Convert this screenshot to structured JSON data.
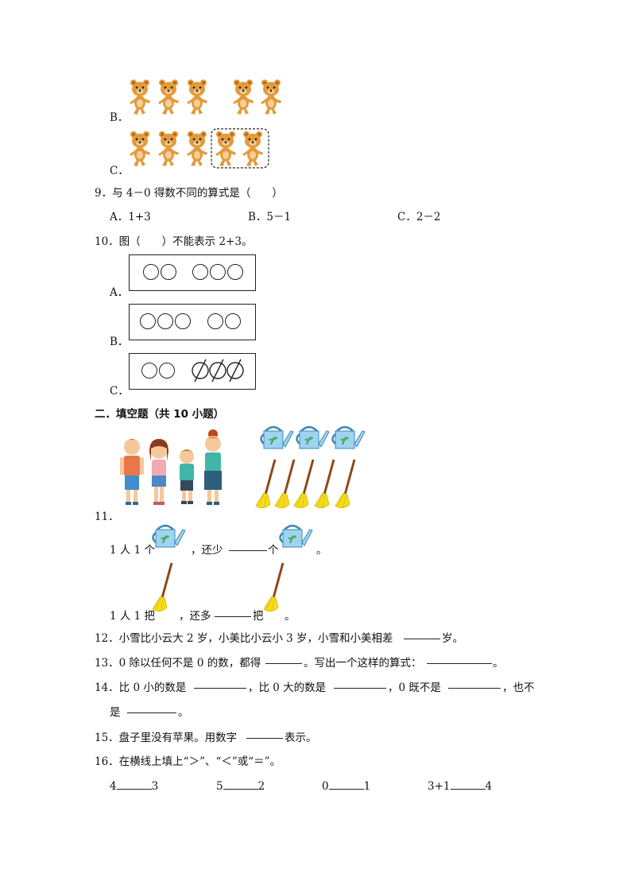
{
  "q8": {
    "option_b_label": "B．",
    "option_c_label": "C．",
    "option_b_bears": 5,
    "option_c_bears": 5
  },
  "q9": {
    "stem": "9．与 4－0 得数不同的算式是（　　）",
    "options": [
      "A．1+3",
      "B．5－1",
      "C．2－2"
    ]
  },
  "q10": {
    "stem": "10．图（　　）不能表示 2+3。",
    "option_labels": [
      "A．",
      "B．",
      "C．"
    ]
  },
  "section2": {
    "title": "二．填空题（共 10 小题）"
  },
  "q11": {
    "number": "11．",
    "line1_a": "1 人 1 个",
    "line1_b": "，还少",
    "line1_c": "个",
    "line1_d": "。",
    "line2_a": "1 人 1 把",
    "line2_b": "，还多",
    "line2_c": "把",
    "line2_d": "。"
  },
  "q12": {
    "a": "12．小雪比小云大 2 岁，小美比小云小 3 岁，小雪和小美相差",
    "b": "岁。"
  },
  "q13": {
    "a": "13．0 除以任何不是 0 的数，都得",
    "b": "。写出一个这样的算式：",
    "c": "。"
  },
  "q14": {
    "a": "14．比 0 小的数是",
    "b": "，比 0 大的数是",
    "c": "，0 既不是",
    "d": "，也不",
    "e": "是",
    "f": "。"
  },
  "q15": {
    "a": "15．盘子里没有苹果。用数字",
    "b": "表示。"
  },
  "q16": {
    "stem": "16．在横线上填上“＞”、“＜”或“＝”。",
    "items": [
      {
        "l": "4",
        "r": "3"
      },
      {
        "l": "5",
        "r": "2"
      },
      {
        "l": "0",
        "r": "1"
      },
      {
        "l": "3+1",
        "r": "4"
      }
    ]
  },
  "colors": {
    "bear": "#e39a3b",
    "bear_dark": "#b8691f",
    "can": "#9fd3ef",
    "broom": "#f5dc1c",
    "stick": "#8a4a1c"
  }
}
